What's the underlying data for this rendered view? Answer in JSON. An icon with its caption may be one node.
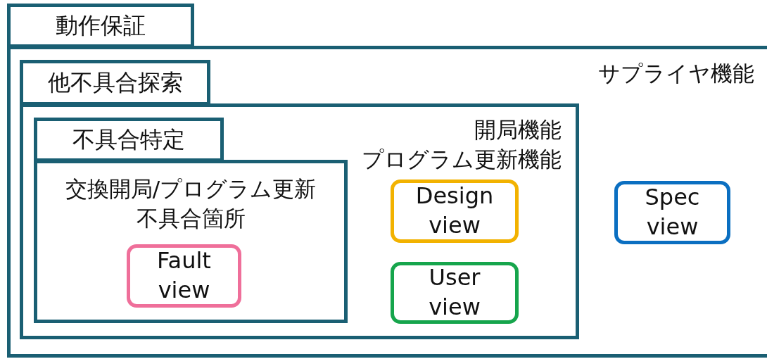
{
  "diagram": {
    "nodes": [
      {
        "text": [
          "動作保証"
        ]
      },
      {
        "text": [
          "サプライヤ機能"
        ]
      },
      {
        "text": [
          "他不具合探索"
        ],
        "in": 1
      },
      {
        "text": [
          "開局機能",
          "プログラム更新機能"
        ],
        "in": 1
      },
      {
        "text": [
          "不具合特定"
        ],
        "in": 3
      },
      {
        "text": [
          "交換開局/プログラム更新",
          "不具合箇所"
        ],
        "in": 3
      },
      {
        "text": [
          "Fault view"
        ],
        "in": 5
      },
      {
        "text": [
          "Design view"
        ],
        "in": 3
      },
      {
        "text": [
          "User view"
        ],
        "in": 3
      },
      {
        "text": [
          "Spec view"
        ],
        "in": 1
      }
    ],
    "edges": []
  }
}
